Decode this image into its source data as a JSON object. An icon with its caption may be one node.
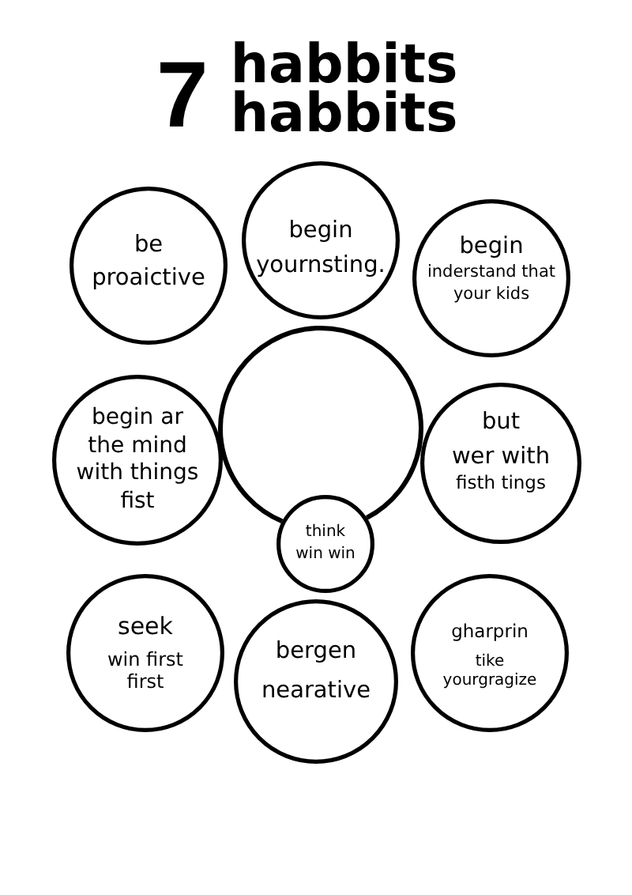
{
  "diagram": {
    "title": "7 habbits habbits",
    "nodes": [
      {
        "text": [
          "be proaictive"
        ]
      },
      {
        "text": [
          "begin yournsting."
        ]
      },
      {
        "text": [
          "begin",
          "inderstand that your kids"
        ]
      },
      {
        "text": [
          "begin ar the mind with things fist"
        ]
      },
      {
        "text": [],
        "shape": "circle"
      },
      {
        "text": [
          "but",
          "wer with",
          "fisth tings"
        ]
      },
      {
        "text": [
          "think win win"
        ]
      },
      {
        "text": [
          "seek",
          "win first first"
        ]
      },
      {
        "text": [
          "bergen nearative"
        ]
      },
      {
        "text": [
          "gharprin",
          "tike yourgragize"
        ]
      }
    ]
  }
}
